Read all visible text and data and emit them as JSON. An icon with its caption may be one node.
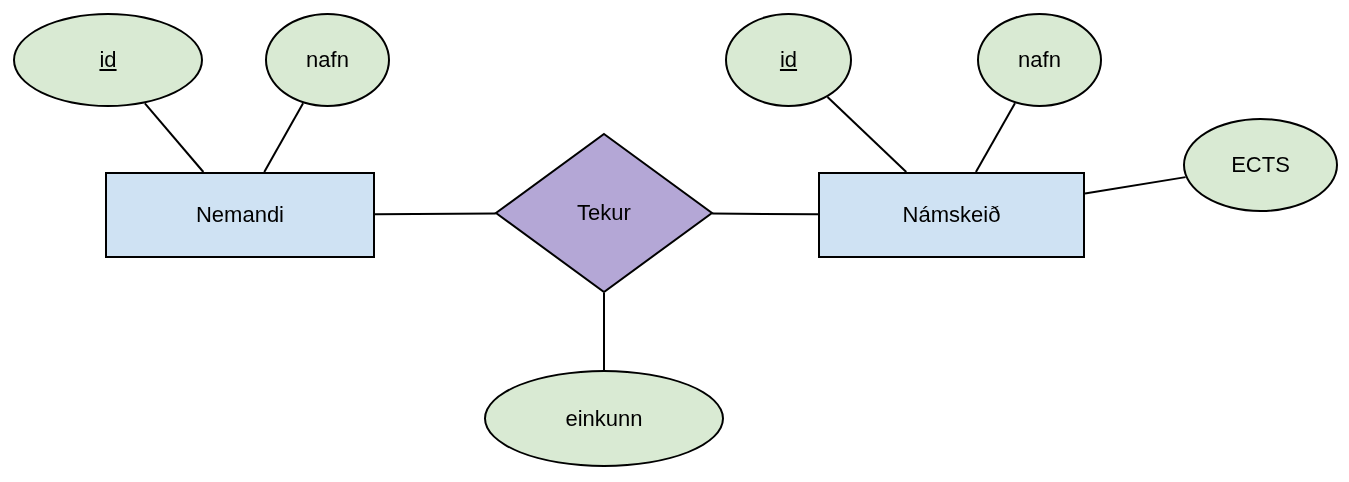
{
  "diagram": {
    "nodes": [
      {
        "text": [
          "id"
        ]
      },
      {
        "text": [
          "nafn"
        ]
      },
      {
        "text": [
          "Nemandi"
        ]
      },
      {
        "text": [
          "Tekur"
        ]
      },
      {
        "text": [
          "einkunn"
        ]
      },
      {
        "text": [
          "id"
        ]
      },
      {
        "text": [
          "nafn"
        ]
      },
      {
        "text": [
          "Námskeið"
        ]
      },
      {
        "text": [
          "ECTS"
        ]
      }
    ],
    "edges": [
      {
        "from": 0,
        "to": 2,
        "arrow": "none"
      },
      {
        "from": 1,
        "to": 2,
        "arrow": "none"
      },
      {
        "from": 2,
        "to": 3,
        "arrow": "none"
      },
      {
        "from": 3,
        "to": 7,
        "arrow": "none"
      },
      {
        "from": 3,
        "to": 4,
        "arrow": "none"
      },
      {
        "from": 5,
        "to": 7,
        "arrow": "none"
      },
      {
        "from": 6,
        "to": 7,
        "arrow": "none"
      },
      {
        "from": 7,
        "to": 8,
        "arrow": "none"
      }
    ]
  }
}
